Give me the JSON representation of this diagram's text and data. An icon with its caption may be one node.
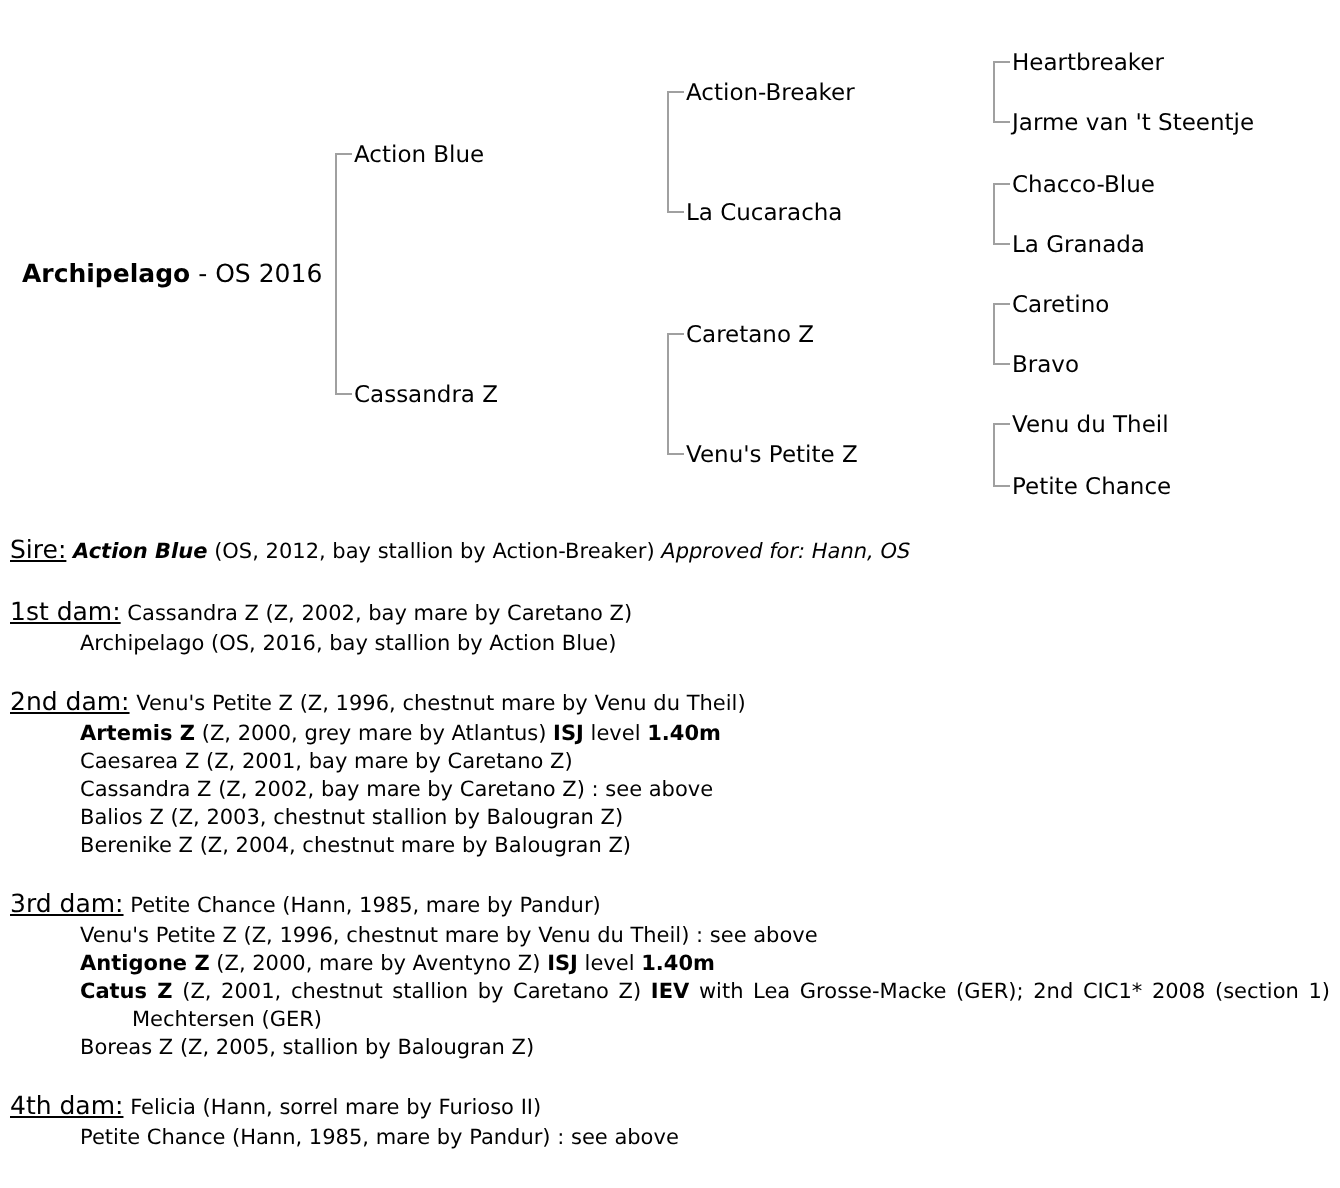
{
  "diagram": {
    "nodes": [
      {
        "text": [
          "**Archipelago** - OS 2016"
        ]
      },
      {
        "text": [
          "Action Blue"
        ]
      },
      {
        "text": [
          "Cassandra Z"
        ]
      },
      {
        "text": [
          "Action-Breaker"
        ]
      },
      {
        "text": [
          "La Cucaracha"
        ]
      },
      {
        "text": [
          "Caretano Z"
        ]
      },
      {
        "text": [
          "Venu's Petite Z"
        ]
      },
      {
        "text": [
          "Heartbreaker"
        ]
      },
      {
        "text": [
          "Jarme van 't Steentje"
        ]
      },
      {
        "text": [
          "Chacco-Blue"
        ]
      },
      {
        "text": [
          "La Granada"
        ]
      },
      {
        "text": [
          "Caretino"
        ]
      },
      {
        "text": [
          "Bravo"
        ]
      },
      {
        "text": [
          "Venu du Theil"
        ]
      },
      {
        "text": [
          "Petite Chance"
        ]
      }
    ],
    "edges": [
      {
        "from": 1,
        "to": 2,
        "arrow": "none"
      },
      {
        "from": 3,
        "to": 4,
        "arrow": "none"
      },
      {
        "from": 5,
        "to": 6,
        "arrow": "none"
      },
      {
        "from": 7,
        "to": 8,
        "arrow": "none"
      },
      {
        "from": 9,
        "to": 10,
        "arrow": "none"
      },
      {
        "from": 11,
        "to": 12,
        "arrow": "none"
      },
      {
        "from": 13,
        "to": 14,
        "arrow": "none"
      }
    ],
    "labels": [
      "Sire:",
      "**Action Blue** (OS, 2012, bay stallion by Action-Breaker) *Approved for: Hann, OS*",
      "1st dam:",
      "Cassandra Z (Z, 2002, bay mare by Caretano Z)",
      "Archipelago (OS, 2016, bay stallion by Action Blue)",
      "2nd dam:",
      "Venu's Petite Z (Z, 1996, chestnut mare by Venu du Theil)",
      "**Artemis Z** (Z, 2000, grey mare by Atlantus) **ISJ** level **1.40m**",
      "Caesarea Z (Z, 2001, bay mare by Caretano Z)",
      "Cassandra Z (Z, 2002, bay mare by Caretano Z) : see above",
      "Balios Z (Z, 2003, chestnut stallion by Balougran Z)",
      "Berenike Z (Z, 2004, chestnut mare by Balougran Z)",
      "3rd dam:",
      "Petite Chance (Hann, 1985, mare by Pandur)",
      "Venu's Petite Z (Z, 1996, chestnut mare by Venu du Theil) : see above",
      "**Antigone Z** (Z, 2000, mare by Aventyno Z) **ISJ** level **1.40m**",
      "**Catus Z** (Z, 2001, chestnut stallion by Caretano Z) **IEV** with Lea Grosse-Macke (GER); 2nd CIC1* 2008 (section 1) Mechtersen (GER)",
      "Boreas Z (Z, 2005, stallion by Balougran Z)",
      "4th dam:",
      "Felicia (Hann, sorrel mare by Furioso II)",
      "Petite Chance (Hann, 1985, mare by Pandur) : see above"
    ]
  }
}
